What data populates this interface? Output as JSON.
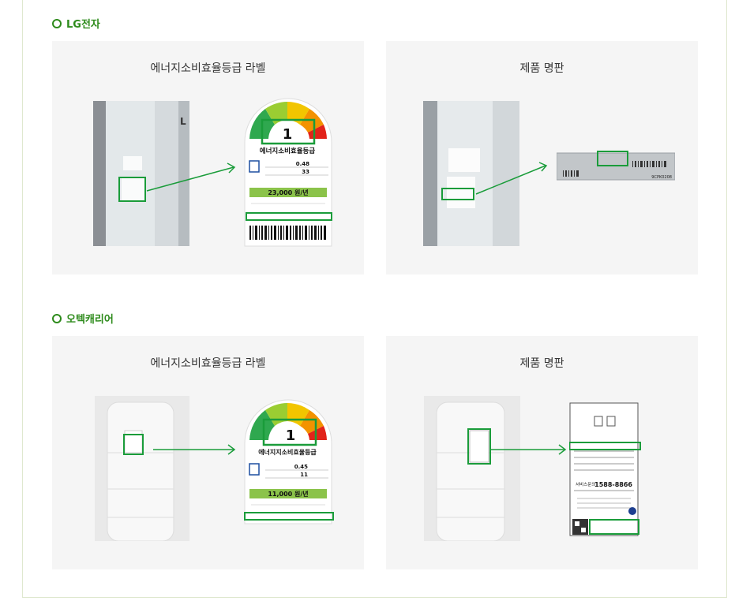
{
  "sections": [
    {
      "title": "LG전자",
      "panels": [
        {
          "title": "에너지소비효율등급 라벨",
          "label": {
            "grade": "1",
            "heading": "에너지소비효율등급",
            "value_1": "0.48",
            "value_2": "33",
            "cost": "23,000 원/년"
          }
        },
        {
          "title": "제품 명판",
          "nameplate": {
            "code": "9CPK0208"
          }
        }
      ]
    },
    {
      "title": "오텍캐리어",
      "panels": [
        {
          "title": "에너지소비효율등급 라벨",
          "label": {
            "grade": "1",
            "heading": "에너지지소비효율등급",
            "value_1": "0.45",
            "value_2": "11",
            "cost": "11,000 원/년"
          }
        },
        {
          "title": "제품 명판",
          "nameplate": {
            "service_label": "서비스문의",
            "service_phone": "1588-8866"
          }
        }
      ]
    }
  ],
  "colors": {
    "accent": "#2e8b1c",
    "highlight": "#1a9c3a",
    "panel_bg": "#f5f5f5"
  }
}
